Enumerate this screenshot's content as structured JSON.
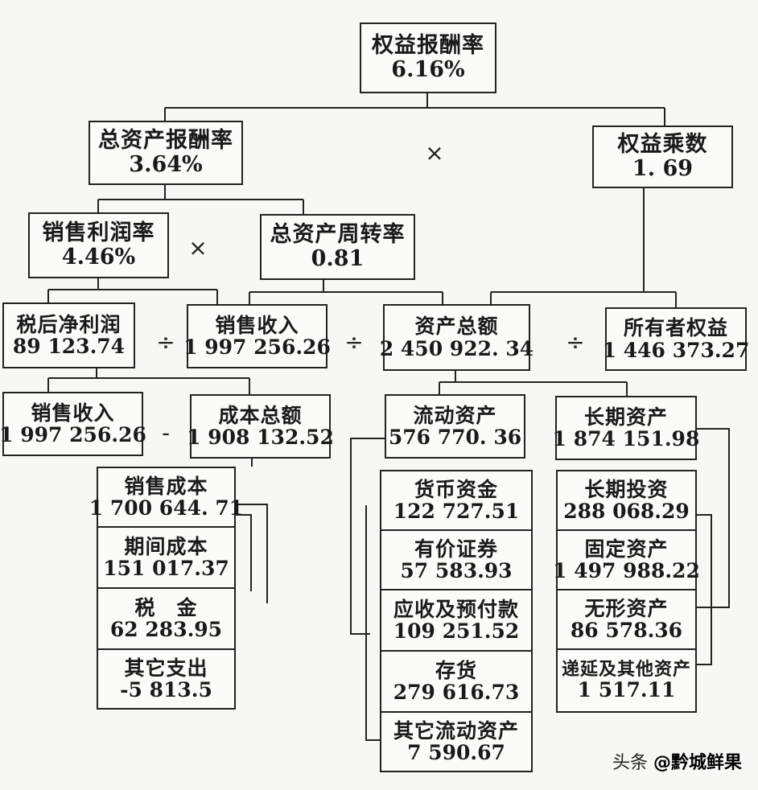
{
  "nodes": {
    "roe": {
      "label": "权益报酬率",
      "value": "6.16%"
    },
    "roa": {
      "label": "总资产报酬率",
      "value": "3.64%"
    },
    "equity_multiplier": {
      "label": "权益乘数",
      "value": "1. 69"
    },
    "profit_margin": {
      "label": "销售利润率",
      "value": "4.46%"
    },
    "asset_turnover": {
      "label": "总资产周转率",
      "value": "0.81"
    },
    "net_profit": {
      "label": "税后净利润",
      "value": "89 123.74"
    },
    "sales_revenue_1": {
      "label": "销售收入",
      "value": "1 997 256.26"
    },
    "total_assets": {
      "label": "资产总额",
      "value": "2 450 922. 34"
    },
    "owner_equity": {
      "label": "所有者权益",
      "value": "1 446 373.27"
    },
    "sales_revenue_2": {
      "label": "销售收入",
      "value": "1 997 256.26"
    },
    "total_cost": {
      "label": "成本总额",
      "value": "1 908 132.52"
    },
    "current_assets": {
      "label": "流动资产",
      "value": "576 770. 36"
    },
    "long_term_assets": {
      "label": "长期资产",
      "value": "1 874 151.98"
    },
    "cost_of_sales": {
      "label": "销售成本",
      "value": "1 700 644. 71"
    },
    "period_cost": {
      "label": "期间成本",
      "value": "151 017.37"
    },
    "tax": {
      "label": "税　金",
      "value": "62 283.95"
    },
    "other_expense": {
      "label": "其它支出",
      "value": "-5 813.5"
    },
    "cash": {
      "label": "货币资金",
      "value": "122 727.51"
    },
    "securities": {
      "label": "有价证券",
      "value": "57 583.93"
    },
    "receivables": {
      "label": "应收及预付款",
      "value": "109 251.52"
    },
    "inventory": {
      "label": "存货",
      "value": "279 616.73"
    },
    "other_current": {
      "label": "其它流动资产",
      "value": "7 590.67"
    },
    "lt_investment": {
      "label": "长期投资",
      "value": "288 068.29"
    },
    "fixed_assets": {
      "label": "固定资产",
      "value": "1 497 988.22"
    },
    "intangible": {
      "label": "无形资产",
      "value": "86 578.36"
    },
    "deferred_other": {
      "label": "递延及其他资产",
      "value": "1 517.11"
    }
  },
  "operators": {
    "times": "×",
    "divide": "÷",
    "minus": "-"
  },
  "watermark": {
    "prefix": "头条 ",
    "handle": "@黔城鲜果"
  },
  "colors": {
    "line": "#222222",
    "box_border": "#222222",
    "background": "#f7f7f5"
  }
}
